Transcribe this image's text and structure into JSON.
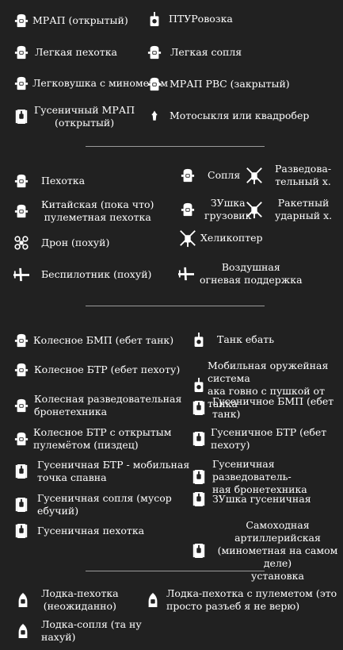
{
  "section1": {
    "items": [
      {
        "label": "МРАП (открытый)",
        "icon": "mrap-open-icon"
      },
      {
        "label": "Легкая пехотка",
        "icon": "light-infantry-vehicle-icon"
      },
      {
        "label": "Легковушка с минометом",
        "icon": "car-mortar-icon"
      },
      {
        "label": "Гусеничный МРАП\n(открытый)",
        "icon": "tracked-mrap-open-icon"
      },
      {
        "label": "ПТУРовозка",
        "icon": "atgm-carrier-icon"
      },
      {
        "label": "Легкая сопля",
        "icon": "light-snot-icon"
      },
      {
        "label": "МРАП РВС (закрытый)",
        "icon": "mrap-closed-icon"
      },
      {
        "label": "Мотосыкля или квадробер",
        "icon": "motorcycle-icon"
      }
    ]
  },
  "section2": {
    "items": [
      {
        "label": "Пехотка",
        "icon": "infantry-vehicle-icon"
      },
      {
        "label": "Китайская (пока что)\nпулеметная пехотка",
        "icon": "chinese-mg-vehicle-icon"
      },
      {
        "label": "Дрон (похуй)",
        "icon": "drone-icon"
      },
      {
        "label": "Беспилотник (похуй)",
        "icon": "uav-icon"
      },
      {
        "label": "Сопля",
        "icon": "snot-vehicle-icon"
      },
      {
        "label": "ЗУшка\nгрузовик",
        "icon": "aa-truck-icon"
      },
      {
        "label": "Разведова-\nтельный х.",
        "icon": "recon-heli-icon"
      },
      {
        "label": "Ракетный\nударный х.",
        "icon": "rocket-heli-icon"
      },
      {
        "label": "Хеликоптер",
        "icon": "helicopter-icon"
      },
      {
        "label": "Воздушная\nогневая поддержка",
        "icon": "air-support-icon"
      }
    ]
  },
  "section3": {
    "items": [
      {
        "label": "Колесное БМП (ебет танк)",
        "icon": "wheeled-ifv-icon"
      },
      {
        "label": "Колесное БТР (ебет пехоту)",
        "icon": "wheeled-apc-icon"
      },
      {
        "label": "Колесная разведовательная\nбронетехника",
        "icon": "wheeled-recon-icon"
      },
      {
        "label": "Колесное БТР с открытым\nпулемётом (пиздец)",
        "icon": "wheeled-apc-open-mg-icon"
      },
      {
        "label": "Гусеничная БТР - мобильная\nточка спавна",
        "icon": "tracked-apc-spawn-icon"
      },
      {
        "label": "Гусеничная сопля (мусор\nебучий)",
        "icon": "tracked-snot-icon"
      },
      {
        "label": "Гусеничная пехотка",
        "icon": "tracked-infantry-icon"
      },
      {
        "label": "Танк ебать",
        "icon": "tank-icon"
      },
      {
        "label": "Мобильная оружейная система\nака говно с пушкой от танка",
        "icon": "mobile-gun-system-icon"
      },
      {
        "label": "Гусеничное БМП (ебет танк)",
        "icon": "tracked-ifv-icon"
      },
      {
        "label": "Гусеничное БТР (ебет пехоту)",
        "icon": "tracked-apc-icon"
      },
      {
        "label": "Гусеничная разведователь-\nная бронетехника",
        "icon": "tracked-recon-icon"
      },
      {
        "label": "ЗУшка гусеничная",
        "icon": "tracked-aa-icon"
      },
      {
        "label": "Самоходная артиллерийская\n(минометная на самом деле)\nустановка",
        "icon": "self-propelled-artillery-icon"
      }
    ]
  },
  "section4": {
    "items": [
      {
        "label": "Лодка-пехотка\n(неожиданно)",
        "icon": "boat-infantry-icon"
      },
      {
        "label": "Лодка-сопля (та ну\nнахуй)",
        "icon": "boat-snot-icon"
      },
      {
        "label": "Лодка-пехотка с пулеметом (это\nпросто разъеб я не верю)",
        "icon": "boat-mg-icon"
      }
    ]
  },
  "colors": {
    "background": "#212121",
    "text": "#ffffff",
    "divider": "#9a9a9a"
  }
}
